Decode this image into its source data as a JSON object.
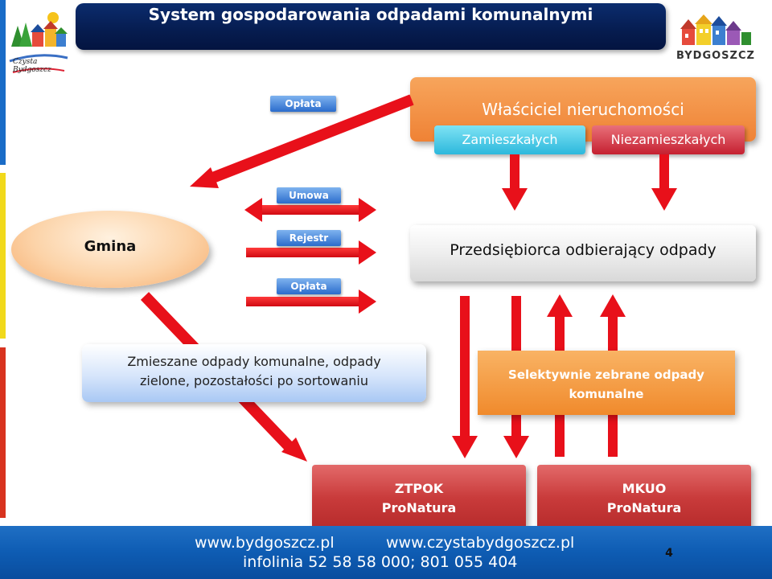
{
  "title": "System gospodarowania odpadami komunalnymi",
  "owner": {
    "label": "Właściciel nieruchomości",
    "sub_inhabited": "Zamieszkałych",
    "sub_uninhabited": "Niezamieszkałych"
  },
  "gmina": "Gmina",
  "company": "Przedsiębiorca odbierający odpady",
  "tags": {
    "fee_top": "Opłata",
    "contract": "Umowa",
    "registry": "Rejestr",
    "fee": "Opłata"
  },
  "mixed_waste": {
    "line1": "Zmieszane odpady komunalne, odpady",
    "line2": "zielone, pozostałości po sortowaniu"
  },
  "selective_waste": {
    "line1": "Selektywnie zebrane odpady",
    "line2": "komunalne"
  },
  "facilities": {
    "ztpok_name": "ZTPOK",
    "ztpok_operator": "ProNatura",
    "mkuo_name": "MKUO",
    "mkuo_operator": "ProNatura"
  },
  "logos": {
    "left_logo_text": "Czysta Bydgoszcz",
    "right_logo_text": "BYDGOSZCZ"
  },
  "footer": {
    "url1": "www.bydgoszcz.pl",
    "url2": "www.czystabydgoszcz.pl",
    "hotline": "infolinia 52 58 58 000; 801 055 404"
  },
  "page_number": "4",
  "colors": {
    "title_bg": "#061c4f",
    "arrow_red": "#e8101a",
    "owner_orange": "#ef8235",
    "footer_blue": "#0e5cb3"
  }
}
